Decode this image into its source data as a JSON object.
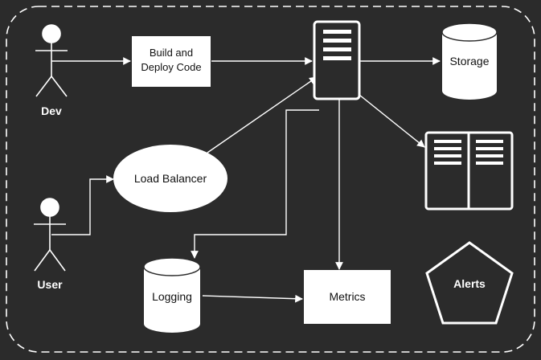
{
  "diagram": {
    "colors": {
      "background": "#2b2b2b",
      "stroke": "#ffffff",
      "box_fill": "#ffffff",
      "text_dark": "#111111",
      "text_light": "#ffffff"
    },
    "actors": {
      "dev_label": "Dev",
      "user_label": "User"
    },
    "nodes": {
      "build_line1": "Build and",
      "build_line2": "Deploy Code",
      "load_balancer": "Load Balancer",
      "storage": "Storage",
      "logging": "Logging",
      "metrics": "Metrics",
      "alerts": "Alerts"
    },
    "icons": {
      "server": "server-icon",
      "database_cabinet": "server-rack-icon",
      "actor": "stick-figure-icon"
    }
  }
}
